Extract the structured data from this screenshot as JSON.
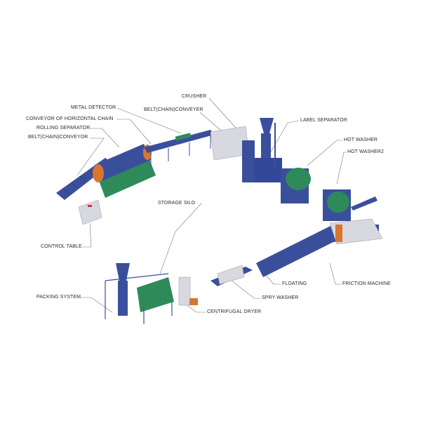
{
  "labels": {
    "crusher": "CRUSHER",
    "metal_detector": "METAL DETECTOR",
    "belt_chain_conveyer": "BELT(CHAIN)CONVEYER",
    "conveyor_horizontal_chain": "CONVEYOR OF HORIZONTAL CHAIN",
    "rolling_separator": "ROLLING SEPARATOR",
    "belt_chain_conveyor": "BELT(CHAIN)CONVEYOR",
    "label_separator": "LABEL SEPARATOR",
    "hot_washer": "HOT WASHER",
    "hot_washer2": "HOT WASHER2",
    "storage_silo": "STORAGE SILO",
    "control_table": "CONTROL TABLE",
    "floating": "FLOATING",
    "friction_machine": "FRICTION MACHINE",
    "packing_system": "PACKING SYSTEM",
    "spry_washer": "SPRY WASHER",
    "centrifugal_dryer": "CENTRIFUGAL DRYER"
  },
  "colors": {
    "machine_blue": "#3a4f9c",
    "machine_green": "#2f8a5a",
    "accent_orange": "#d9752e",
    "panel_grey": "#d8d8e0"
  }
}
